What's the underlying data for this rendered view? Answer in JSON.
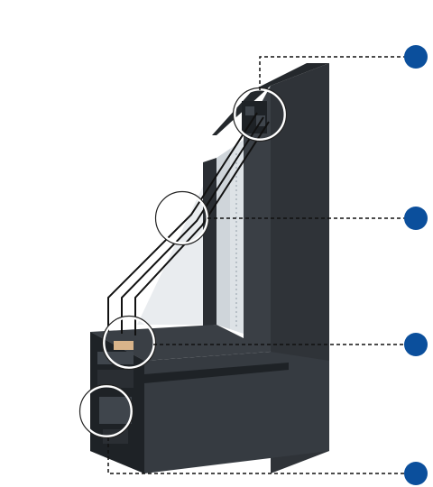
{
  "colors": {
    "frame": "#2f3338",
    "frame_light": "#3f454c",
    "frame_dark": "#1e2226",
    "glass": "#e9ecef",
    "glass_edge": "#cfd5da",
    "callout": "#0b4f9c",
    "line": "#111111",
    "wood": "#d9b48a"
  },
  "callouts": [
    {
      "name": "callout-marker-1",
      "icon": "circle-marker-icon"
    },
    {
      "name": "callout-marker-2",
      "icon": "circle-marker-icon"
    },
    {
      "name": "callout-marker-3",
      "icon": "circle-marker-icon"
    },
    {
      "name": "callout-marker-4",
      "icon": "circle-marker-icon"
    }
  ]
}
